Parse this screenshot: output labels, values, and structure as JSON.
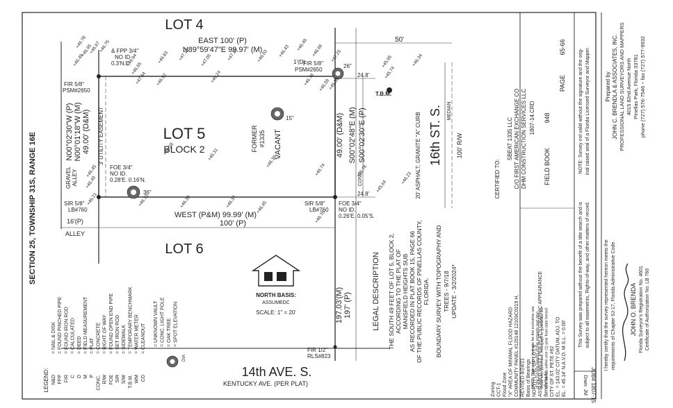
{
  "lots": {
    "lot4": "LOT 4",
    "lot5": "LOT 5",
    "block": "BLOCK 2",
    "lot6": "LOT 6"
  },
  "north_line": {
    "plat": "EAST 100' (P)",
    "measured": "N89°59'47\"E  99.97' (M)"
  },
  "south_line": {
    "measured": "WEST (P&M)  99.99' (M)",
    "plat": "100' (P)"
  },
  "west_line": {
    "a": "N00°02'30\"W (P)",
    "b": "N00°01'18\"W (M)",
    "c": "49.00' (D&M)"
  },
  "east_line": {
    "a": "49.00' (D&M)",
    "b": "S00°02'48\"E (M)",
    "c": "S00°02'30\"E (P)"
  },
  "section": "SECTION 25, TOWNSHIP 31S, RANGE 16E",
  "easement": "3' UTILITY EASEMENT",
  "gravel_alley": [
    "GRAVEL",
    "ALLEY"
  ],
  "alley_width": "16'(P)",
  "alley_label": "ALLEY",
  "former": [
    "FORMER",
    "#1335"
  ],
  "vacant": "VACANT",
  "trees": {
    "t1": "15\"",
    "t2": "36\"",
    "t3": "26\""
  },
  "corners": {
    "fpp": [
      "& FPP 3/4\"",
      "NO ID.",
      "0.3'N.E."
    ],
    "fir_nw": [
      "FIR 5/8\"",
      "PSM#2650"
    ],
    "fir_ne": [
      "FIR 5/8\"",
      "PSM#2650"
    ],
    "foe_w": [
      "FOE 3/4\"",
      "NO ID.",
      "0.28'E. 0.16'N."
    ],
    "sir_sw": [
      "SIR 5/8\"",
      "LB#760"
    ],
    "sir_se": [
      "SIR 5/8\"",
      "LB#760"
    ],
    "foe_e": [
      "FOE 3/4\"",
      "NO ID.",
      "0.26'E. 0.05'S."
    ],
    "fir_s": [
      "FIR 1/2\"",
      "RLS#823"
    ]
  },
  "misc_labels": {
    "one_d": "1'(D)",
    "tbm": "T.B.M.",
    "conc": "CONC",
    "fifty": "50'",
    "east_dim": "24.8'",
    "south_dim": "24.8'"
  },
  "street_east": {
    "name": "16th ST. S.",
    "median": "MEDIAN",
    "row": "100' R/W",
    "paving": "20' ASPHALT, GRANITE \"A\" CURB"
  },
  "street_south": {
    "name": "14th AVE. S.",
    "alt": "KENTUCKY AVE. (PER PLAT)"
  },
  "distance_197": [
    "197.03'(M)",
    "197' (P)"
  ],
  "north_basis": {
    "title": "NORTH BASIS:",
    "value": "ASSUMEDC",
    "scale": "SCALE: 1\" = 20'"
  },
  "elevations": [
    "+46.78",
    "+46.49",
    "+46.95",
    "+46.67",
    "+46.75",
    "+46.94",
    "+46.65",
    "+46.83",
    "+47.17",
    "+47.05",
    "+47.22",
    "+46.03",
    "+46.43",
    "+46.49",
    "+46.66",
    "+47.25",
    "+47.84",
    "+46.92",
    "+46.24",
    "+46.76",
    "+46.59",
    "+46.36",
    "+46.28",
    "+46.31",
    "+46.36",
    "+46.74",
    "+46.45",
    "+46.49",
    "+46.21",
    "+46.33",
    "+46.30",
    "+46.37",
    "+46.45",
    "+46.70",
    "+45.78",
    "+45.64",
    "+46.23",
    "+46.34",
    "+45.95",
    "+45.74"
  ],
  "legend": {
    "title": "LEGEND:",
    "items": [
      [
        "N&D",
        "= NAIL & DISK"
      ],
      [
        "FPP",
        "= FOUND PINCHED PIPE"
      ],
      [
        "FIR",
        "= FOUND IRON ROD"
      ],
      [
        "C",
        "= CALCULATED"
      ],
      [
        "D",
        "= DEED"
      ],
      [
        "M",
        "= FIELD MEASUREMENT"
      ],
      [
        "P",
        "= PLAT"
      ],
      [
        "CONC.",
        "= CONCRETE"
      ],
      [
        "R/W",
        "= RIGHT OF WAY"
      ],
      [
        "FOE",
        "= FOUND OPEN END PIPE"
      ],
      [
        "SIR",
        "= SET IRON ROD"
      ],
      [
        "S/W",
        "= SIDEWALK"
      ],
      [
        "T.B.M.",
        "= TEMPORARY BENCHMARK"
      ],
      [
        "WM",
        "= WATER METER"
      ],
      [
        "CO",
        "= CLEANOUT"
      ]
    ],
    "items2": [
      "= UNKNOWN VAULT",
      "= CONC. LIGHT POLE",
      "= OAK TREE",
      "= SPOT ELEVATION"
    ],
    "dia": "DIA"
  },
  "legal": {
    "title": "LEGAL DESCRIPTION",
    "lines": [
      "THE SOUTH 49 FEET OF LOT 5, BLOCK 2,",
      "ACCORDING TO THE PLAT OF",
      "MANSFIELD HEIGHTS SUB",
      "AS RECORDED IN PLAT BOOK 15, PAGE 66",
      "OF THE PUBLIC RECORDS OF PINELLAS COUNTY,",
      "FLORIDA."
    ],
    "survey": [
      "BOUNDARY SURVEY WITH TOPOGRAPHY AND",
      "TREES  -  9/7/18",
      "UPDATE  -  3/2/2024*"
    ]
  },
  "certified": {
    "title": "CERTIFIED TO:",
    "lines": [
      "SBEAT 1335 LLC",
      "C/O FIRST AMERICAN EXCHANGE CO",
      "DHM CONSTRUCTION SERVICES LLC"
    ]
  },
  "flood": [
    "Zoning",
    "CCT-1",
    "Flood Zone",
    "\"X\" AREA OF MINIMAL FLOOD HAZARD",
    "COMMUNITY PANEL #125148 12103C0219 H,",
    "REVISED 8/24/21",
    "Basis of Bearings",
    "NORTH LINE OF LOT 6",
    "ASSUMED WEST PER PLAT'S GRAPHIC APPEARANCE",
    "Benchmark:",
    "CITY OF ST. PETE #92",
    "EL. = 143.02' CITY DATUM, ADJ. TO",
    "EL. = 45.14' N.A.V.D. M.S.L. = 0.00'"
  ],
  "note_use": [
    "NOTE: This survey is made for the exclusive use",
    "of the current owners of the property and also",
    "those who purchase, mortgage or guarantee the",
    "title thereto within one (1) year from date hereof."
  ],
  "field_book": {
    "code": "1807-14.CRD",
    "label": "FIELD BOOK",
    "book": "948",
    "page_label": "PAGE",
    "page": "65-66"
  },
  "disclaimers": {
    "title_search": [
      "This Survey was prepared without the benefit of a title search and is",
      "subject to all easements, Rights-of-way, and other matters of record."
    ],
    "certify": [
      "I hereby certify that the survey represented hereon meets the",
      "requirements of Chapter 5J-17, Florida Administrative Code."
    ],
    "signature_seal": [
      "NOTE: Survey not valid without the signature and the orig-",
      "inal raised seal of a Florida Licensed Surveyor and Mapper."
    ]
  },
  "surveyor": {
    "name": "JOHN O. BRENDA",
    "reg": "Florida Surveyor's Registration No. 4601",
    "auth": "Certificate of Authorization No. LB 760"
  },
  "firm": {
    "prepared": "Prepared by",
    "name": "JOHN C. BRENDLA & ASSOCIATES, INC.",
    "sub": "PROFESSIONAL LAND SURVEYORS AND MAPPERS",
    "addr1": "4015 82nd Avenue North",
    "addr2": "Pinellas Park, Florida 33781",
    "phone": "phone (727) 576-7546  ~  fax (727) 577-9932"
  },
  "job": {
    "job": "JOB# 1807-15",
    "drwn": "Drwn: JM"
  }
}
